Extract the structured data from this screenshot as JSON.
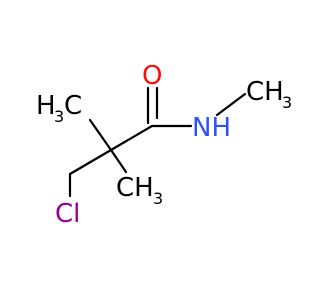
{
  "colors": {
    "background": "#ffffff",
    "bond": "#000000",
    "carbon_label": "#000000",
    "oxygen": "#ff0d0d",
    "nitrogen": "#3050f8",
    "chlorine": "#940094"
  },
  "labels": {
    "oxygen": "O",
    "nh": "NH",
    "n_methyl": "CH",
    "n_methyl_sub": "3",
    "methyl_top_h": "H",
    "methyl_top_sub": "3",
    "methyl_top_c": "C",
    "methyl_right_c": "CH",
    "methyl_right_sub": "3",
    "chlorine": "Cl"
  }
}
